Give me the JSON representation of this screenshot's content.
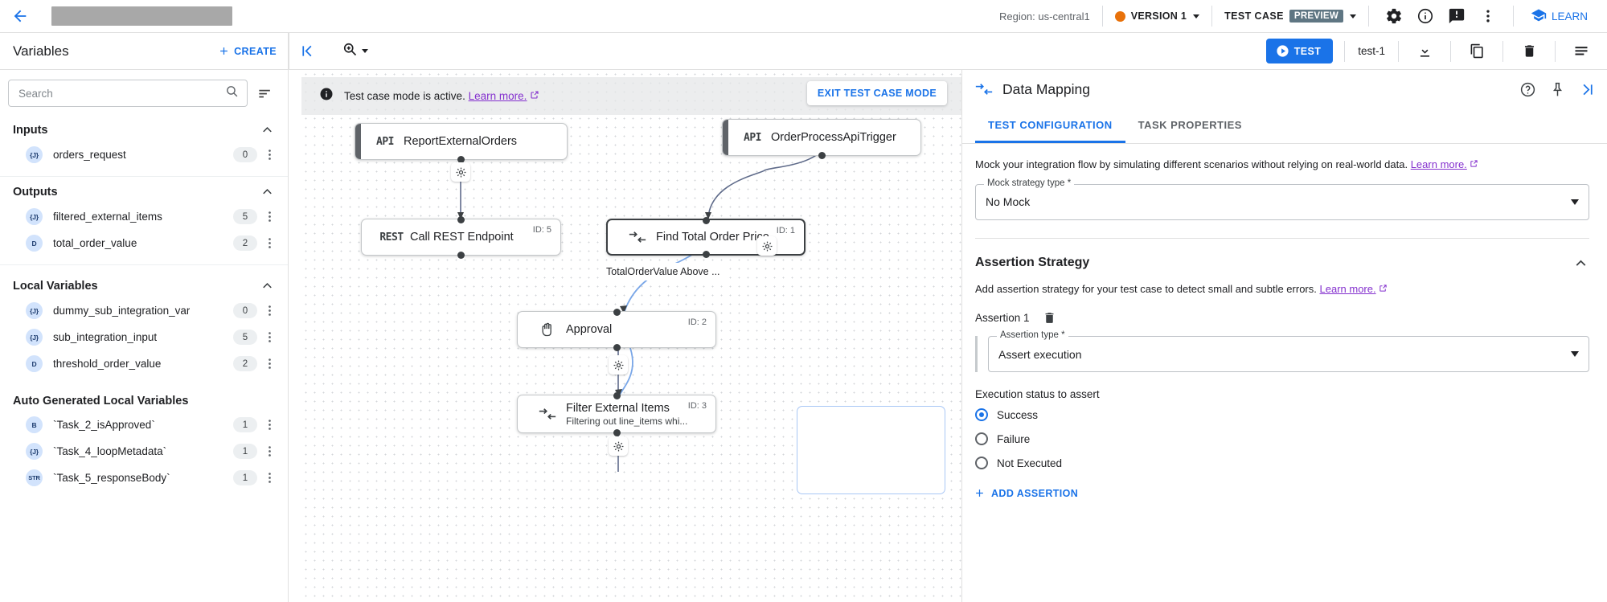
{
  "topbar": {
    "back_icon": "arrow-left-icon",
    "title_placeholder": "",
    "region": "Region: us-central1",
    "version": "VERSION 1",
    "test_case_label": "TEST CASE",
    "preview_badge": "PREVIEW",
    "settings_icon": "gear-icon",
    "info_icon": "info-icon",
    "feedback_icon": "feedback-icon",
    "more_icon": "more-vertical-icon",
    "learn_label": "LEARN",
    "version_dot_color": "#e8710a",
    "accent_color": "#1a73e8"
  },
  "subbar": {
    "variables_title": "Variables",
    "create_label": "CREATE",
    "collapse_icon": "collapse-panel-icon",
    "zoom_icon": "zoom-icon",
    "test_label": "TEST",
    "test_name": "test-1",
    "download_icon": "download-icon",
    "copy_icon": "copy-icon",
    "delete_icon": "trash-icon",
    "list_icon": "list-icon"
  },
  "sidebar": {
    "search_placeholder": "Search",
    "search_value": "",
    "search_icon": "search-icon",
    "sort_icon": "sort-icon",
    "sections": [
      {
        "title": "Inputs",
        "items": [
          {
            "badge": "{J}",
            "name": "orders_request",
            "count": "0"
          }
        ]
      },
      {
        "title": "Outputs",
        "items": [
          {
            "badge": "{J}",
            "name": "filtered_external_items",
            "count": "5"
          },
          {
            "badge": "D",
            "name": "total_order_value",
            "count": "2"
          }
        ]
      },
      {
        "title": "Local Variables",
        "items": [
          {
            "badge": "{J}",
            "name": "dummy_sub_integration_var",
            "count": "0"
          },
          {
            "badge": "{J}",
            "name": "sub_integration_input",
            "count": "5"
          },
          {
            "badge": "D",
            "name": "threshold_order_value",
            "count": "2"
          }
        ]
      },
      {
        "title": "Auto Generated Local Variables",
        "items": [
          {
            "badge": "B",
            "name": "`Task_2_isApproved`",
            "count": "1"
          },
          {
            "badge": "{J}",
            "name": "`Task_4_loopMetadata`",
            "count": "1"
          },
          {
            "badge": "STR",
            "name": "`Task_5_responseBody`",
            "count": "1"
          }
        ]
      }
    ]
  },
  "canvas": {
    "banner_icon": "info-filled-icon",
    "banner_text": "Test case mode is active.",
    "banner_link": "Learn more.",
    "exit_button": "EXIT TEST CASE MODE",
    "edge_label": "TotalOrderValue Above ...",
    "nodes": [
      {
        "icon": "API",
        "title": "ReportExternalOrders",
        "subtitle": "",
        "id": ""
      },
      {
        "icon": "API",
        "title": "OrderProcessApiTrigger",
        "subtitle": "",
        "id": ""
      },
      {
        "icon": "REST",
        "title": "Call REST Endpoint",
        "subtitle": "",
        "id": "ID: 5"
      },
      {
        "icon": "map",
        "title": "Find Total Order Price",
        "subtitle": "",
        "id": "ID: 1"
      },
      {
        "icon": "hand",
        "title": "Approval",
        "subtitle": "",
        "id": "ID: 2"
      },
      {
        "icon": "map",
        "title": "Filter External Items",
        "subtitle": "Filtering out line_items whi...",
        "id": "ID: 3"
      }
    ]
  },
  "rightpanel": {
    "header_icon": "data-mapping-icon",
    "title": "Data Mapping",
    "help_icon": "help-icon",
    "pin_icon": "pin-icon",
    "expand_icon": "expand-panel-icon",
    "tabs": [
      {
        "label": "TEST CONFIGURATION",
        "active": true
      },
      {
        "label": "TASK PROPERTIES",
        "active": false
      }
    ],
    "mock": {
      "description": "Mock your integration flow by simulating different scenarios without relying on real-world data.",
      "link": "Learn more.",
      "field_label": "Mock strategy type *",
      "field_value": "No Mock"
    },
    "assertion": {
      "section_title": "Assertion Strategy",
      "description": "Add assertion strategy for your test case to detect small and subtle errors.",
      "link": "Learn more.",
      "item_label": "Assertion 1",
      "delete_icon": "trash-icon",
      "type_label": "Assertion type *",
      "type_value": "Assert execution",
      "status_label": "Execution status to assert",
      "options": [
        {
          "label": "Success",
          "selected": true
        },
        {
          "label": "Failure",
          "selected": false
        },
        {
          "label": "Not Executed",
          "selected": false
        }
      ],
      "add_label": "ADD ASSERTION"
    }
  }
}
